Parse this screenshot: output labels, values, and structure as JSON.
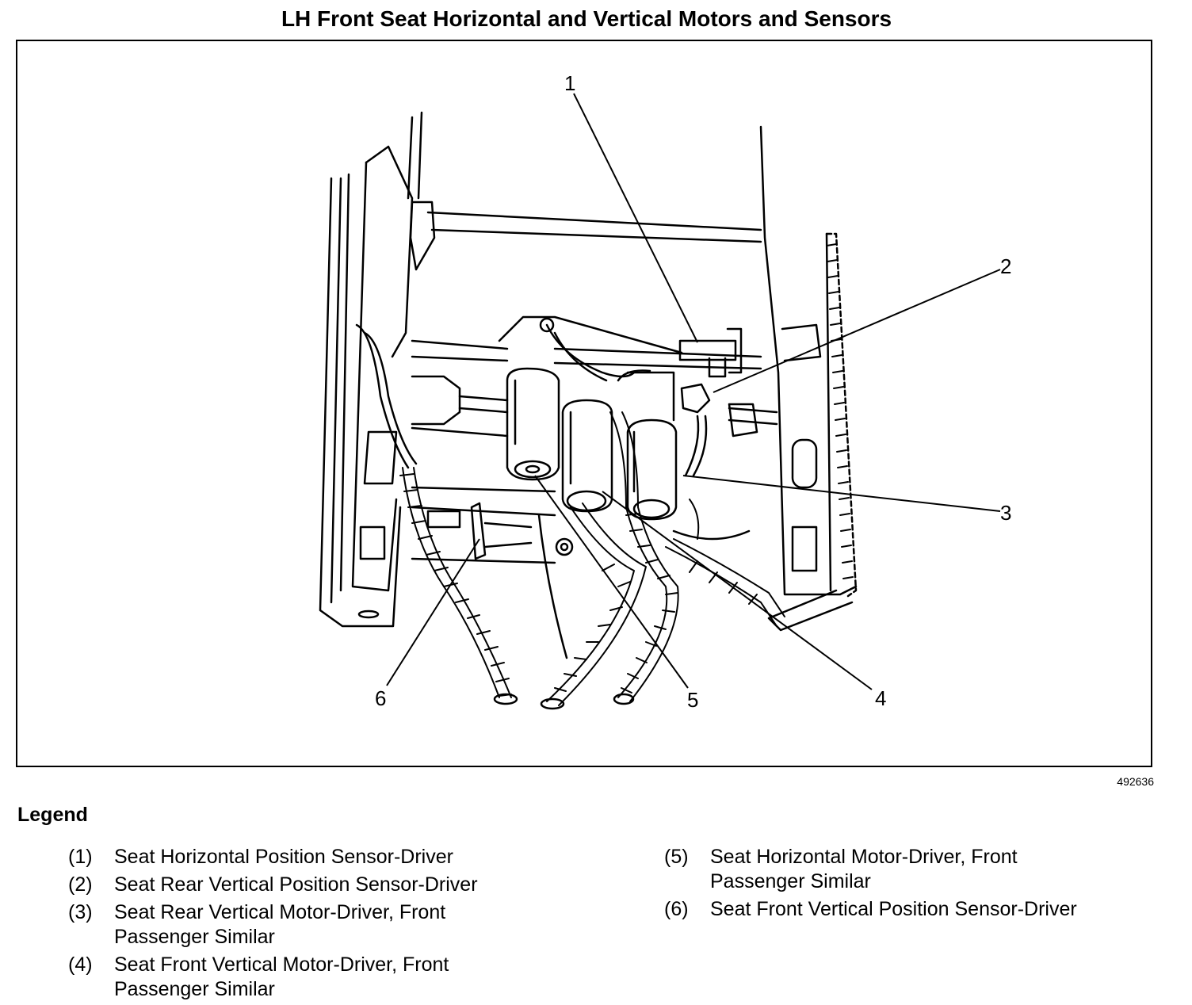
{
  "title": "LH Front Seat Horizontal and Vertical Motors and Sensors",
  "figure_id": "492636",
  "callouts": [
    "1",
    "2",
    "3",
    "4",
    "5",
    "6"
  ],
  "legend": {
    "heading": "Legend",
    "items": [
      {
        "num": "(1)",
        "text": "Seat Horizontal Position Sensor-Driver"
      },
      {
        "num": "(2)",
        "text": "Seat Rear Vertical Position Sensor-Driver"
      },
      {
        "num": "(3)",
        "text": "Seat Rear Vertical Motor-Driver, Front Passenger Similar"
      },
      {
        "num": "(4)",
        "text": "Seat Front Vertical Motor-Driver, Front Passenger Similar"
      },
      {
        "num": "(5)",
        "text": "Seat Horizontal Motor-Driver, Front Passenger Similar"
      },
      {
        "num": "(6)",
        "text": "Seat Front Vertical Position Sensor-Driver"
      }
    ]
  }
}
